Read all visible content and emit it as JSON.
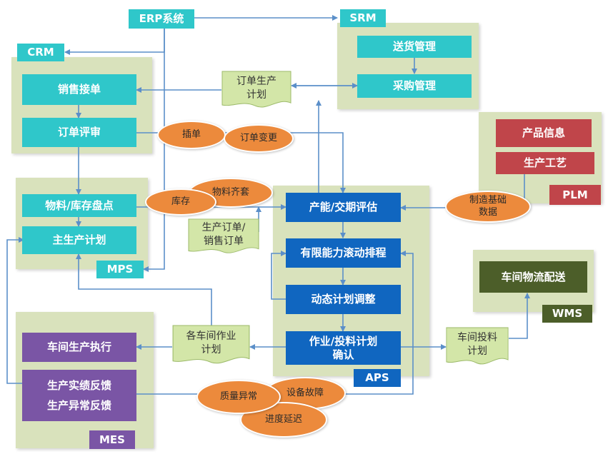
{
  "colors": {
    "panel": "#d9e2bc",
    "teal": "#2fc7ca",
    "blue": "#1066c0",
    "purple": "#7a55a5",
    "red": "#c0454a",
    "olive": "#4c5e29",
    "orange": "#ec8a3c",
    "document": "#d3e6a8",
    "arrow": "#5b8fc9"
  },
  "systems": {
    "erp": "ERP系统",
    "crm": "CRM",
    "srm": "SRM",
    "plm": "PLM",
    "mps": "MPS",
    "aps": "APS",
    "wms": "WMS",
    "mes": "MES"
  },
  "srm_boxes": {
    "delivery": "送货管理",
    "purchase": "采购管理"
  },
  "crm_boxes": {
    "sales_order": "销售接单",
    "order_review": "订单评审"
  },
  "mps_boxes": {
    "inventory": "物料/库存盘点",
    "master_plan": "主生产计划"
  },
  "aps_boxes": {
    "capacity": "产能/交期评估",
    "scheduling": "有限能力滚动排程",
    "adjust": "动态计划调整",
    "confirm": "作业/投料计划\n确认"
  },
  "plm_boxes": {
    "product_info": "产品信息",
    "process": "生产工艺"
  },
  "wms_boxes": {
    "logistics": "车间物流配送"
  },
  "mes_boxes": {
    "execution": "车间生产执行",
    "feedback": "生产实绩反馈\n生产异常反馈"
  },
  "documents": {
    "order_plan": "订单生产\n计划",
    "prod_sales_order": "生产订单/\n销售订单",
    "workshop_plan": "各车间作业\n计划",
    "feeding_plan": "车间投料\n计划"
  },
  "events": {
    "insert_order": "插单",
    "order_change": "订单变更",
    "material_complete": "物料齐套",
    "stock": "库存",
    "mfg_data": "制造基础\n数据",
    "quality": "质量异常",
    "equipment": "设备故障",
    "delay": "进度延迟"
  }
}
